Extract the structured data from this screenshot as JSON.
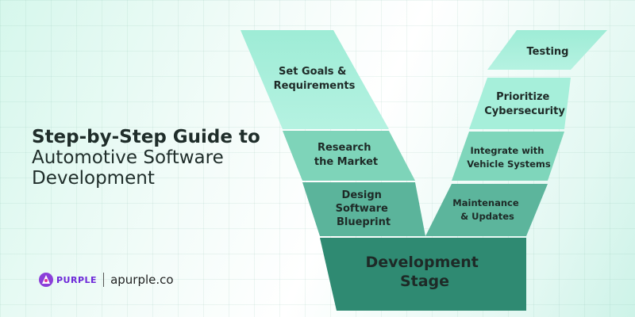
{
  "heading": {
    "line1": "Step-by-Step Guide to",
    "line2": "Automotive Software",
    "line3": "Development"
  },
  "brand": {
    "logo_text": "PURPLE",
    "site": "apurple.co"
  },
  "steps_left": [
    {
      "line1": "Set Goals &",
      "line2": "Requirements"
    },
    {
      "line1": "Research",
      "line2": "the Market"
    },
    {
      "line1": "Design",
      "line2": "Software",
      "line3": "Blueprint"
    }
  ],
  "steps_right": [
    {
      "line1": "Testing"
    },
    {
      "line1": "Prioritize",
      "line2": "Cybersecurity"
    },
    {
      "line1": "Integrate with",
      "line2": "Vehicle Systems"
    },
    {
      "line1": "Maintenance",
      "line2": "& Updates"
    }
  ],
  "bottom": {
    "line1": "Development",
    "line2": "Stage"
  },
  "colors": {
    "teal_light": "#a3eed9",
    "teal_mid": "#7fd6bb",
    "teal_dark": "#5ab39a",
    "teal_deep": "#2f8a72",
    "brand_purple": "#6d28d9"
  }
}
